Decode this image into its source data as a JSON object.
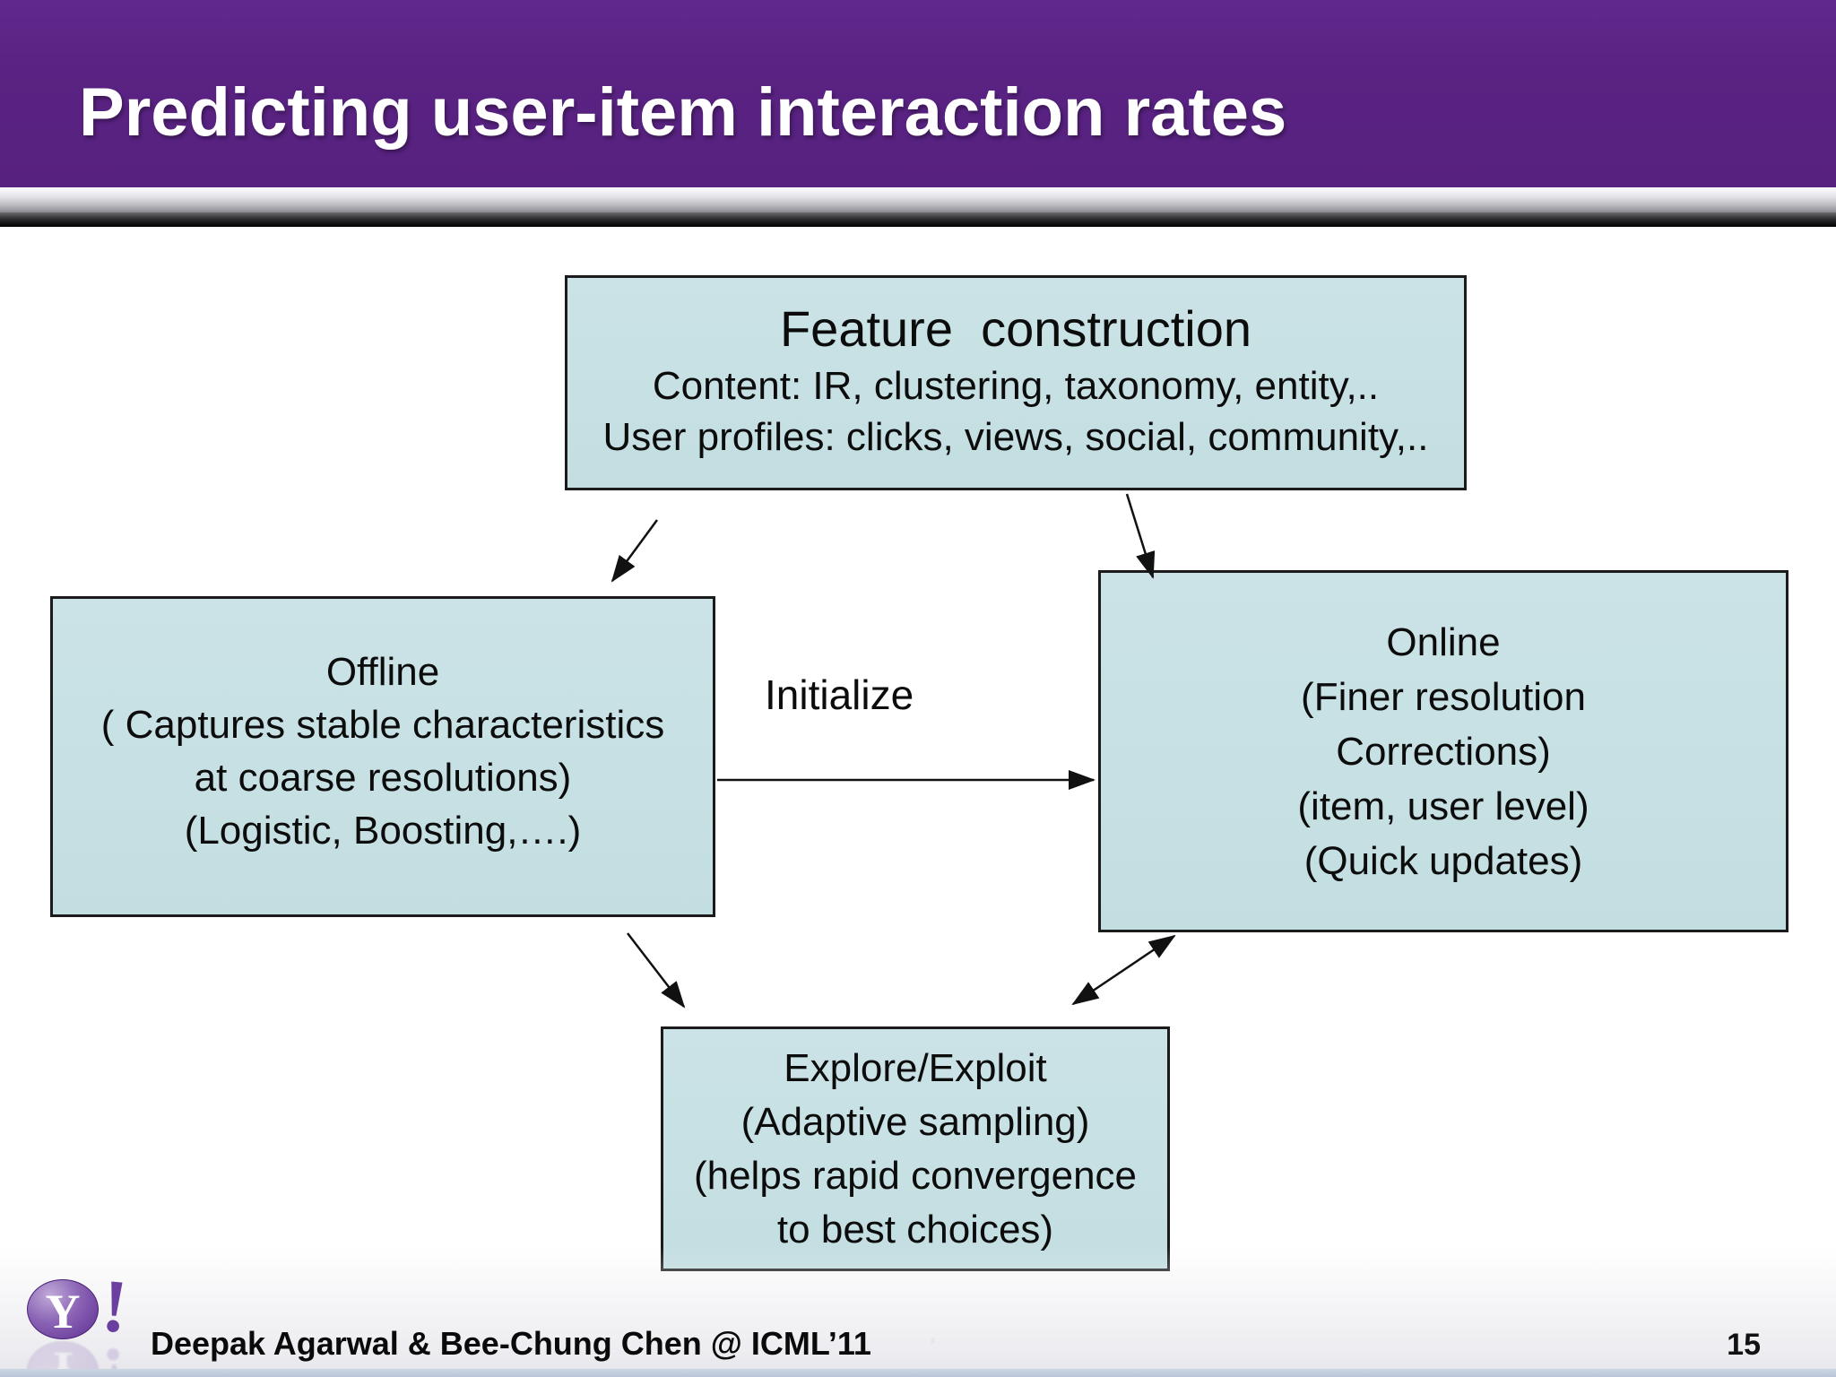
{
  "slide": {
    "title": "Predicting user-item interaction rates",
    "footer": {
      "credit": "Deepak Agarwal & Bee-Chung Chen @ ICML’11",
      "page_number": "15",
      "logo": {
        "letter": "Y",
        "exclamation": "!"
      }
    }
  },
  "diagram": {
    "feature_box": {
      "title": "Feature  construction",
      "lines": [
        "Content: IR, clustering, taxonomy, entity,..",
        "User profiles: clicks, views, social, community,.."
      ]
    },
    "offline_box": {
      "lines": [
        "Offline",
        "( Captures stable characteristics",
        "at coarse resolutions)",
        "(Logistic, Boosting,….)"
      ]
    },
    "online_box": {
      "lines": [
        "Online",
        "(Finer resolution",
        "Corrections)",
        "(item, user level)",
        "(Quick updates)"
      ]
    },
    "explore_box": {
      "lines": [
        "Explore/Exploit",
        "(Adaptive sampling)",
        "(helps rapid convergence",
        "to best choices)"
      ]
    },
    "initialize_label": "Initialize"
  },
  "colors": {
    "header_purple": "#5a2383",
    "box_fill": "#c6e0e3",
    "box_border": "#1b1b1b",
    "arrow_black": "#111111",
    "logo_purple": "#6b3fa0"
  }
}
